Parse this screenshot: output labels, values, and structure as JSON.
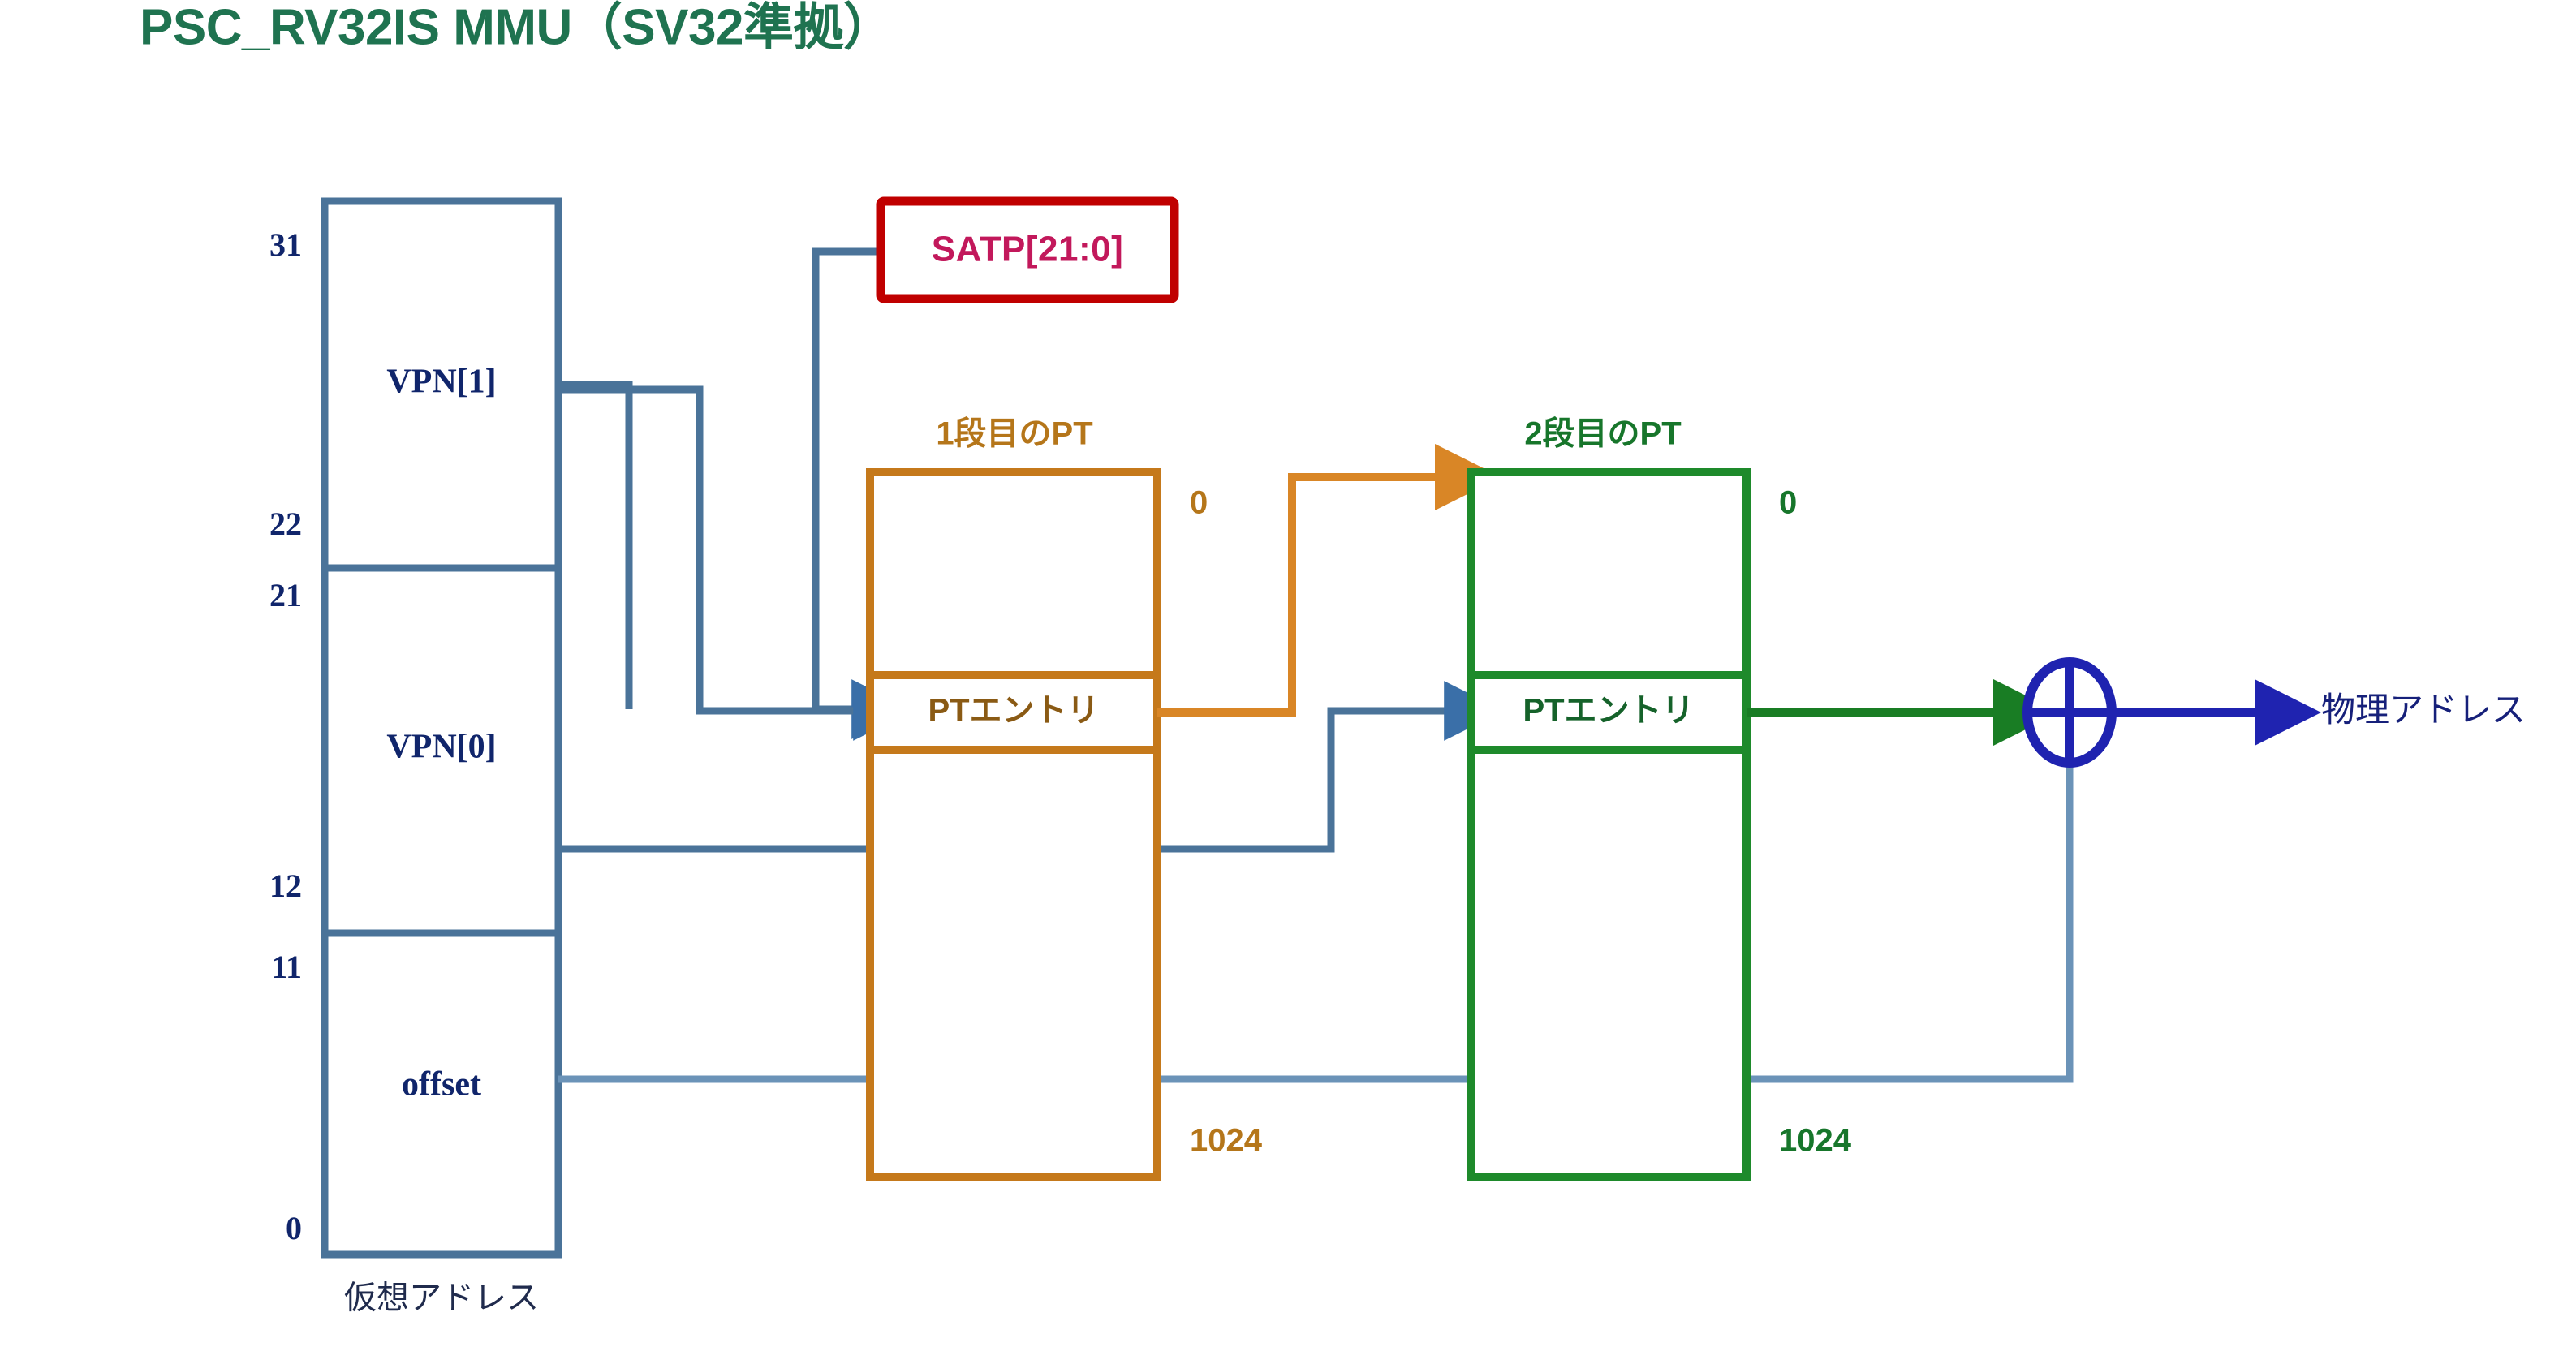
{
  "title": "PSC_RV32IS MMU（SV32準拠）",
  "colors": {
    "title_green": "#1F7350",
    "steel_blue": "#4A7399",
    "navy": "#10256B",
    "crimson": "#C2185B",
    "red_border": "#C00000",
    "orange": "#C5791B",
    "green": "#1E8A2B",
    "blue_xor": "#1F23B0"
  },
  "virtual_address": {
    "caption": "仮想アドレス",
    "fields": [
      {
        "name": "VPN[1]",
        "top_bit": "31",
        "bottom_bit": "22"
      },
      {
        "name": "VPN[0]",
        "top_bit": "21",
        "bottom_bit": "12"
      },
      {
        "name": "offset",
        "top_bit": "11",
        "bottom_bit": "0"
      }
    ]
  },
  "satp": {
    "label": "SATP[21:0]"
  },
  "page_table_1": {
    "title": "1段目のPT",
    "index_top": "0",
    "index_bottom": "1024",
    "entry_label": "PTエントリ"
  },
  "page_table_2": {
    "title": "2段目のPT",
    "index_top": "0",
    "index_bottom": "1024",
    "entry_label": "PTエントリ"
  },
  "adder": {
    "symbol": "+",
    "icon": "xor-plus-circle-icon"
  },
  "output": {
    "label": "物理アドレス"
  }
}
